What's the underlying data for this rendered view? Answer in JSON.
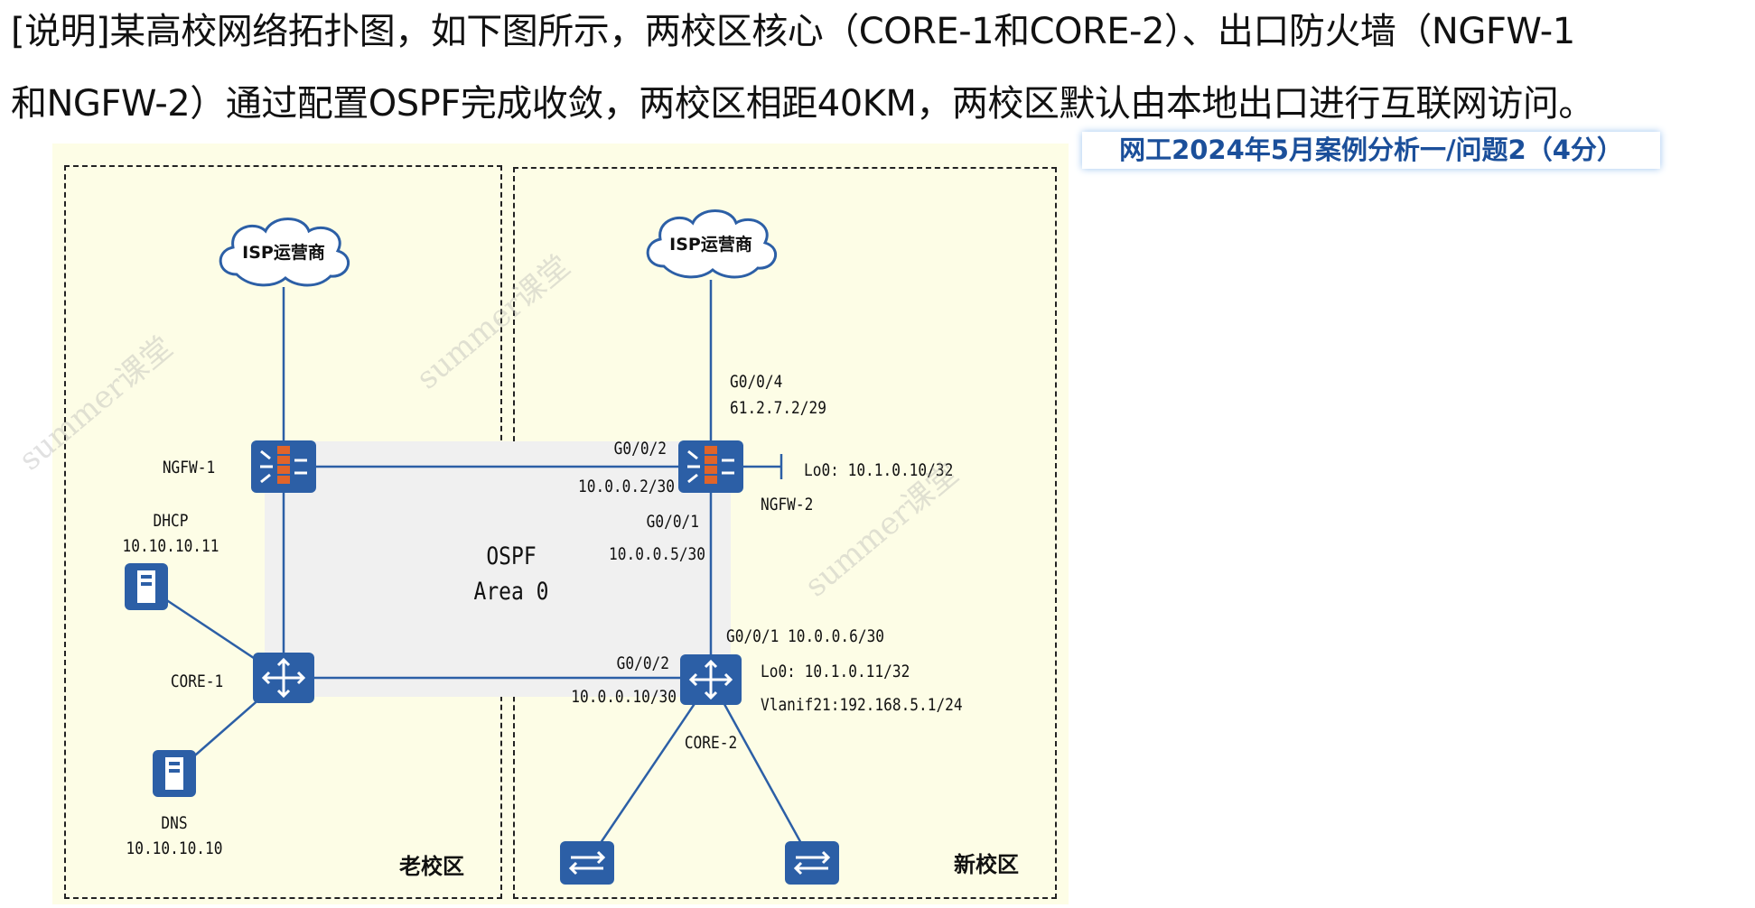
{
  "description": {
    "line1": "[说明]某高校网络拓扑图，如下图所示，两校区核心（CORE-1和CORE-2）、出口防火墙（NGFW-1",
    "line2": "和NGFW-2）通过配置OSPF完成收敛，两校区相距40KM，两校区默认由本地出口进行互联网访问。"
  },
  "badge": "网工2024年5月案例分析一/问题2（4分）",
  "watermark": "summer课堂",
  "diagram": {
    "zones": {
      "old": "老校区",
      "new": "新校区"
    },
    "ospf": {
      "title": "OSPF",
      "area": "Area 0"
    },
    "isp_left": "ISP运营商",
    "isp_right": "ISP运营商",
    "ngfw1": {
      "name": "NGFW-1"
    },
    "ngfw2": {
      "name": "NGFW-2",
      "g004": "G0/0/4",
      "g004_ip": "61.2.7.2/29",
      "g002": "G0/0/2",
      "g002_ip": "10.0.0.2/30",
      "g001": "G0/0/1",
      "g001_ip": "10.0.0.5/30",
      "lo0": "Lo0: 10.1.0.10/32"
    },
    "core1": {
      "name": "CORE-1"
    },
    "core2": {
      "name": "CORE-2",
      "g001": "G0/0/1 10.0.0.6/30",
      "lo0": "Lo0: 10.1.0.11/32",
      "vlanif": "Vlanif21:192.168.5.1/24",
      "g002": "G0/0/2",
      "g002_ip": "10.0.0.10/30"
    },
    "dhcp": {
      "name": "DHCP",
      "ip": "10.10.10.11"
    },
    "dns": {
      "name": "DNS",
      "ip": "10.10.10.10"
    }
  }
}
